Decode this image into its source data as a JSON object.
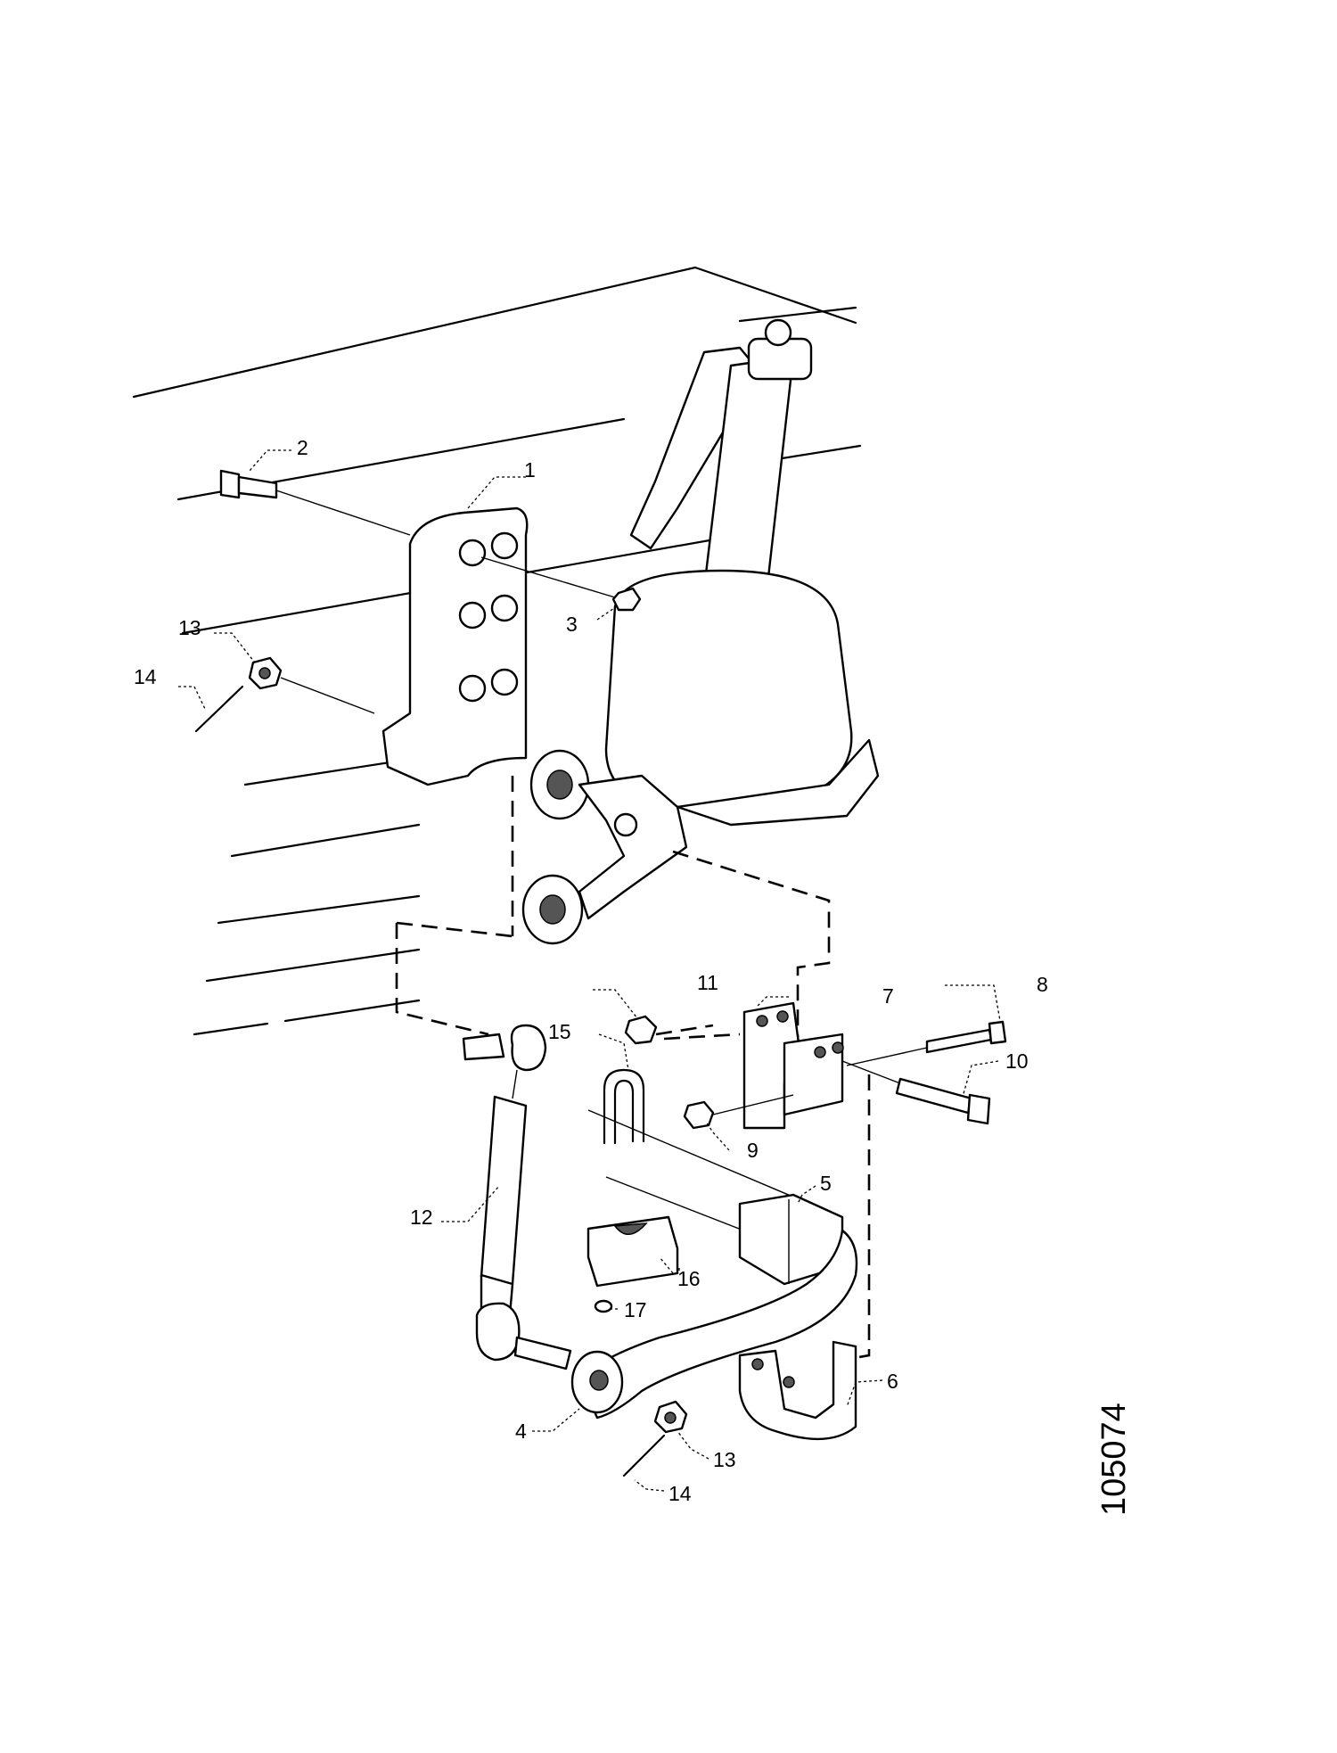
{
  "diagram": {
    "reference_number": "105074",
    "callouts": [
      "1",
      "2",
      "3",
      "4",
      "5",
      "6",
      "7",
      "8",
      "9",
      "10",
      "11",
      "12",
      "13",
      "14",
      "15",
      "16",
      "17",
      "13",
      "14"
    ]
  }
}
